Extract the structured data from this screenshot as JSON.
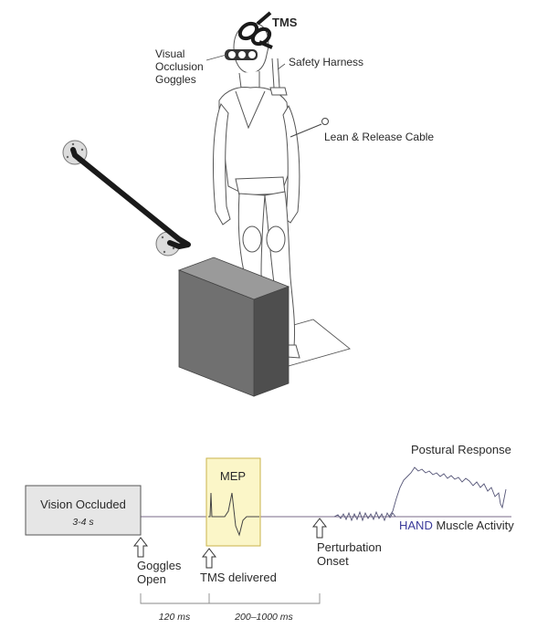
{
  "labels": {
    "tms": "TMS",
    "goggles_line1": "Visual",
    "goggles_line2": "Occlusion",
    "goggles_line3": "Goggles",
    "safety_harness": "Safety Harness",
    "lean_release_cable": "Lean & Release Cable"
  },
  "timeline": {
    "vision_box_title": "Vision Occluded",
    "vision_box_duration": "3-4 s",
    "mep_label": "MEP",
    "postural_response": "Postural Response",
    "muscle_activity_hand": "HAND",
    "muscle_activity_rest": " Muscle Activity",
    "goggles_open_line1": "Goggles",
    "goggles_open_line2": "Open",
    "tms_delivered": "TMS delivered",
    "perturbation_line1": "Perturbation",
    "perturbation_line2": "Onset",
    "interval_1": "120 ms",
    "interval_2": "200–1000 ms"
  },
  "colors": {
    "block_fill": "#6f6f6f",
    "vision_box_fill": "#e6e6e6",
    "mep_box_fill": "#fbf6c8",
    "mep_box_stroke": "#c9b34a",
    "trace_color": "#555577",
    "hand_color": "#3a3a9a"
  }
}
